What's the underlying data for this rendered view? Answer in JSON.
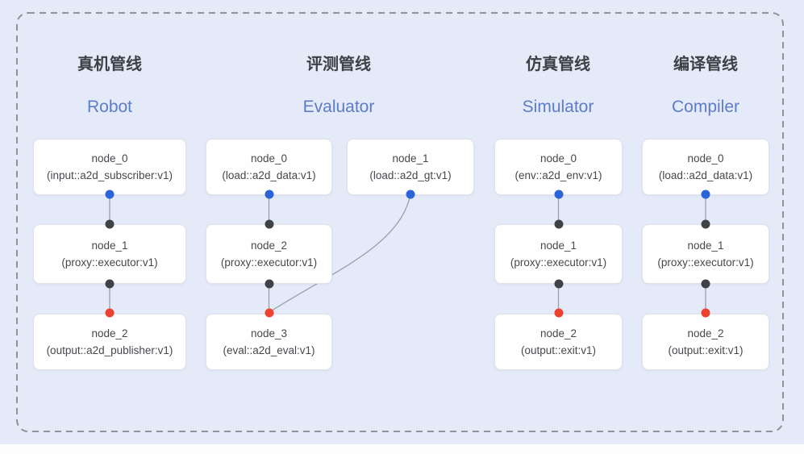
{
  "pipelines": [
    {
      "id": "robot",
      "title_zh": "真机管线",
      "title_en": "Robot",
      "nodes": [
        {
          "name": "node_0",
          "type": "(input::a2d_subscriber:v1)"
        },
        {
          "name": "node_1",
          "type": "(proxy::executor:v1)"
        },
        {
          "name": "node_2",
          "type": "(output::a2d_publisher:v1)"
        }
      ],
      "edges": [
        [
          "node_0",
          "node_1"
        ],
        [
          "node_1",
          "node_2"
        ]
      ]
    },
    {
      "id": "evaluator",
      "title_zh": "评测管线",
      "title_en": "Evaluator",
      "nodes": [
        {
          "name": "node_0",
          "type": "(load::a2d_data:v1)"
        },
        {
          "name": "node_1",
          "type": "(load::a2d_gt:v1)"
        },
        {
          "name": "node_2",
          "type": "(proxy::executor:v1)"
        },
        {
          "name": "node_3",
          "type": "(eval::a2d_eval:v1)"
        }
      ],
      "edges": [
        [
          "node_0",
          "node_2"
        ],
        [
          "node_1",
          "node_3"
        ],
        [
          "node_2",
          "node_3"
        ]
      ]
    },
    {
      "id": "simulator",
      "title_zh": "仿真管线",
      "title_en": "Simulator",
      "nodes": [
        {
          "name": "node_0",
          "type": "(env::a2d_env:v1)"
        },
        {
          "name": "node_1",
          "type": "(proxy::executor:v1)"
        },
        {
          "name": "node_2",
          "type": "(output::exit:v1)"
        }
      ],
      "edges": [
        [
          "node_0",
          "node_1"
        ],
        [
          "node_1",
          "node_2"
        ]
      ]
    },
    {
      "id": "compiler",
      "title_zh": "编译管线",
      "title_en": "Compiler",
      "nodes": [
        {
          "name": "node_0",
          "type": "(load::a2d_data:v1)"
        },
        {
          "name": "node_1",
          "type": "(proxy::executor:v1)"
        },
        {
          "name": "node_2",
          "type": "(output::exit:v1)"
        }
      ],
      "edges": [
        [
          "node_0",
          "node_1"
        ],
        [
          "node_1",
          "node_2"
        ]
      ]
    }
  ],
  "colors": {
    "background": "#e4eaf8",
    "frame_dash": "#8e939c",
    "box_background": "#fefefe",
    "box_border": "#e0e2e9",
    "title_zh": "#3d4046",
    "title_en": "#5d7cc8",
    "node_text": "#47484d",
    "connector": "#98a0ad",
    "port_source_blue": "#2b63d9",
    "port_proxy_dark": "#3f4247",
    "port_sink_red": "#ee4231"
  }
}
